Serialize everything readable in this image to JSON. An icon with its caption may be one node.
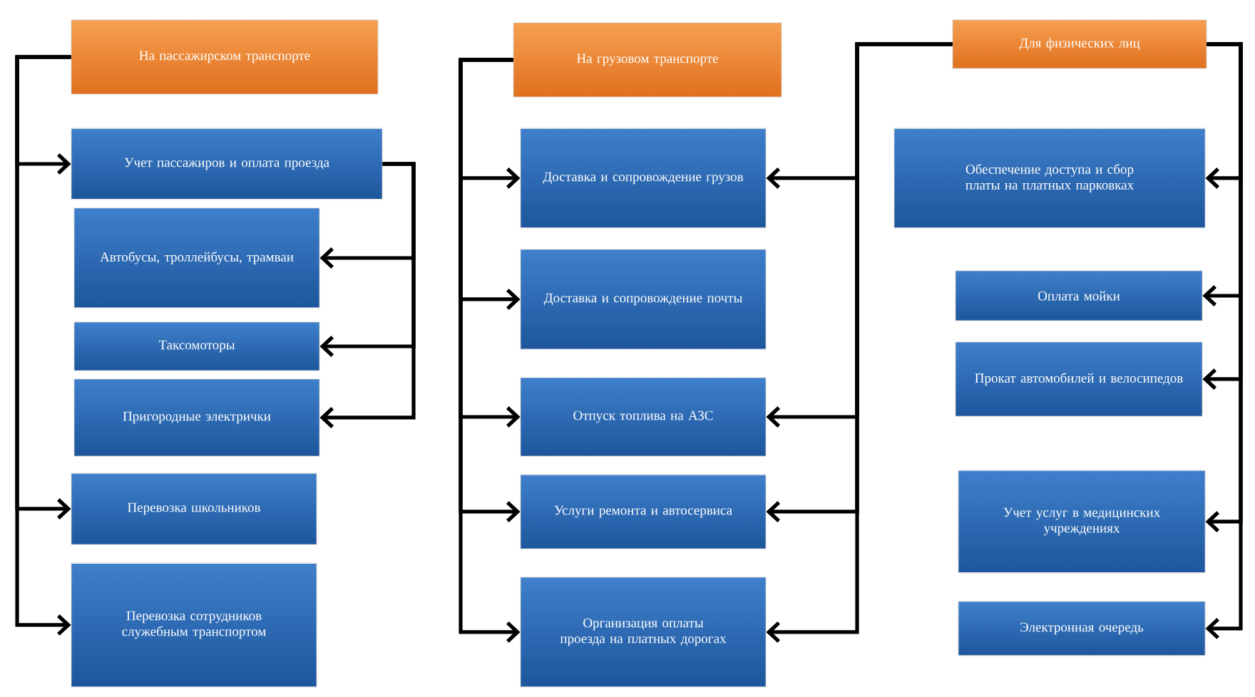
{
  "diagram": {
    "nodes": [
      {
        "text": [
          "На пассажирском транспорте"
        ]
      },
      {
        "text": [
          "Учет пассажиров и оплата проезда"
        ]
      },
      {
        "text": [
          "Автобусы, троллейбусы, трамваи"
        ]
      },
      {
        "text": [
          "Таксомоторы"
        ]
      },
      {
        "text": [
          "Пригородные электрички"
        ]
      },
      {
        "text": [
          "Перевозка школьников"
        ]
      },
      {
        "text": [
          "Перевозка сотрудников служебным транспортом"
        ]
      },
      {
        "text": [
          "На грузовом транспорте"
        ]
      },
      {
        "text": [
          "Доставка и сопровождение грузов"
        ]
      },
      {
        "text": [
          "Доставка и сопровождение почты"
        ]
      },
      {
        "text": [
          "Отпуск топлива на АЗС"
        ]
      },
      {
        "text": [
          "Услуги ремонта и автосервиса"
        ]
      },
      {
        "text": [
          "Организация оплаты проезда на платных дорогах"
        ]
      },
      {
        "text": [
          "Для физических лиц"
        ]
      },
      {
        "text": [
          "Обеспечение доступа и сбор платы на платных парковках"
        ]
      },
      {
        "text": [
          "Оплата мойки"
        ]
      },
      {
        "text": [
          "Прокат автомобилей и велосипедов"
        ]
      },
      {
        "text": [
          "Учет услуг в медицинских учреждениях"
        ]
      },
      {
        "text": [
          "Электронная очередь"
        ]
      }
    ],
    "edges": [
      {
        "from": 0,
        "to": 1,
        "arrow": "to"
      },
      {
        "from": 0,
        "to": 5,
        "arrow": "to"
      },
      {
        "from": 0,
        "to": 6,
        "arrow": "to"
      },
      {
        "from": 1,
        "to": 2,
        "arrow": "to"
      },
      {
        "from": 1,
        "to": 3,
        "arrow": "to"
      },
      {
        "from": 1,
        "to": 4,
        "arrow": "to"
      },
      {
        "from": 7,
        "to": 8,
        "arrow": "to"
      },
      {
        "from": 7,
        "to": 9,
        "arrow": "to"
      },
      {
        "from": 7,
        "to": 10,
        "arrow": "to"
      },
      {
        "from": 7,
        "to": 11,
        "arrow": "to"
      },
      {
        "from": 7,
        "to": 12,
        "arrow": "to"
      },
      {
        "from": 13,
        "to": 8,
        "arrow": "to"
      },
      {
        "from": 13,
        "to": 10,
        "arrow": "to"
      },
      {
        "from": 13,
        "to": 11,
        "arrow": "to"
      },
      {
        "from": 13,
        "to": 12,
        "arrow": "to"
      },
      {
        "from": 13,
        "to": 14,
        "arrow": "to"
      },
      {
        "from": 13,
        "to": 15,
        "arrow": "to"
      },
      {
        "from": 13,
        "to": 16,
        "arrow": "to"
      },
      {
        "from": 13,
        "to": 17,
        "arrow": "to"
      },
      {
        "from": 13,
        "to": 18,
        "arrow": "to"
      }
    ]
  }
}
